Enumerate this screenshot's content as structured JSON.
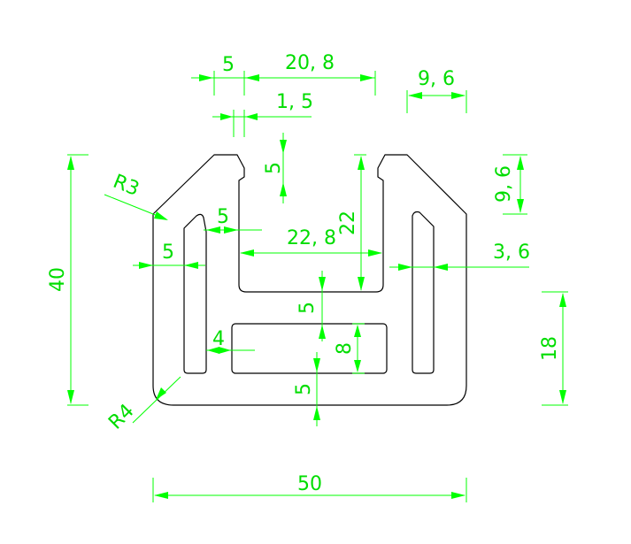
{
  "colors": {
    "outline": "#000000",
    "dimension": "#00dd00",
    "background": "#ffffff"
  },
  "dimensions": {
    "overall_width": "50",
    "overall_height": "40",
    "right_lower_height": "18",
    "radius_top": "R3",
    "radius_bottom": "R4",
    "lip_width": "5",
    "slot_opening": "20, 8",
    "lip_step": "1, 5",
    "right_top_width": "9, 6",
    "right_top_height": "9, 6",
    "lip_height": "5",
    "slot_depth": "22",
    "slot_wall": "5",
    "slot_inner_width": "22, 8",
    "left_wall": "5",
    "right_wall": "3, 6",
    "center_web": "5",
    "bottom_wall": "5",
    "center_pocket_height": "8",
    "left_pocket_gap": "4"
  }
}
